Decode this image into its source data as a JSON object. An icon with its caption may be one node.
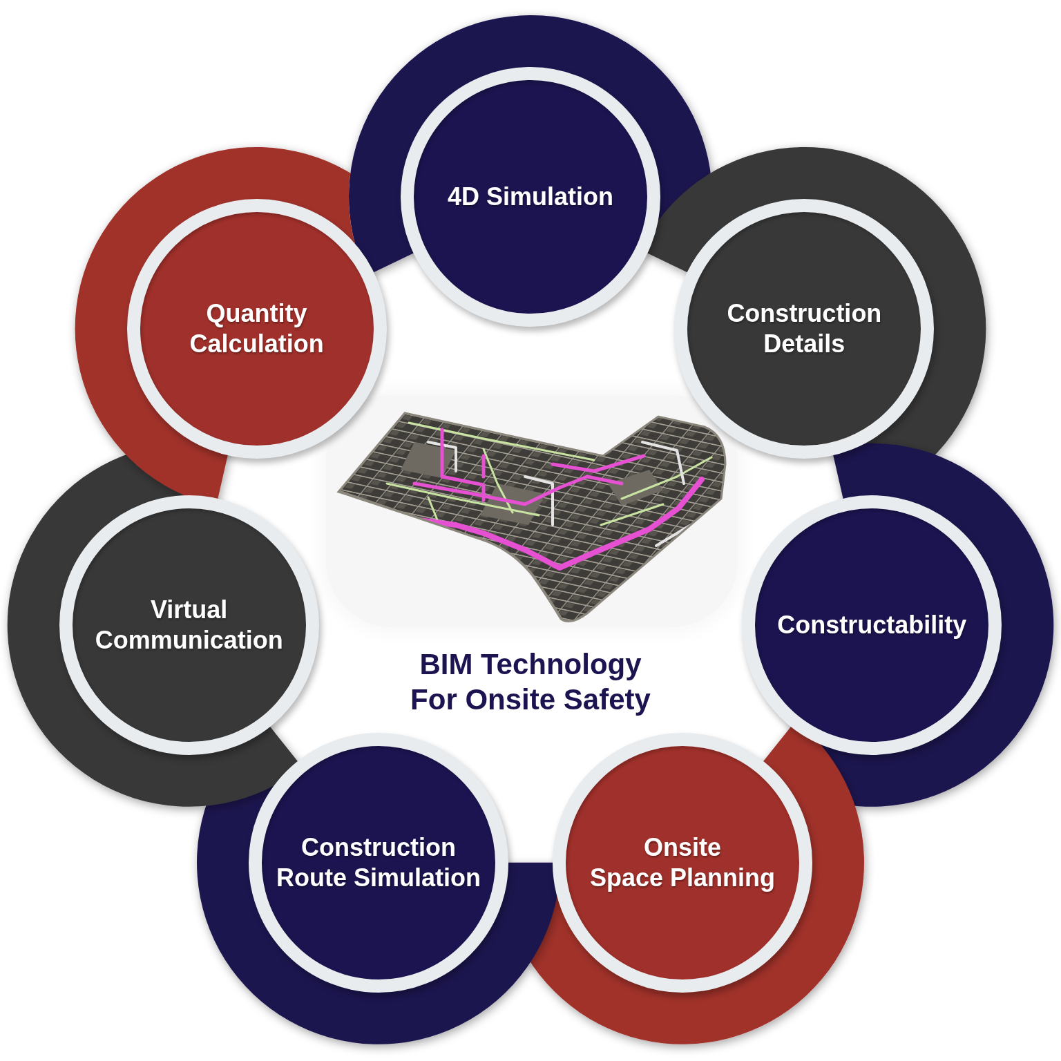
{
  "diagram": {
    "title": "BIM Technology For Onsite Safety",
    "nodes": [
      {
        "text": [
          "4D Simulation"
        ]
      },
      {
        "text": [
          "Construction Details"
        ]
      },
      {
        "text": [
          "Constructability"
        ]
      },
      {
        "text": [
          "Onsite Space Planning"
        ]
      },
      {
        "text": [
          "Construction Route Simulation"
        ]
      },
      {
        "text": [
          "Virtual Communication"
        ]
      },
      {
        "text": [
          "Quantity Calculation"
        ]
      }
    ]
  }
}
